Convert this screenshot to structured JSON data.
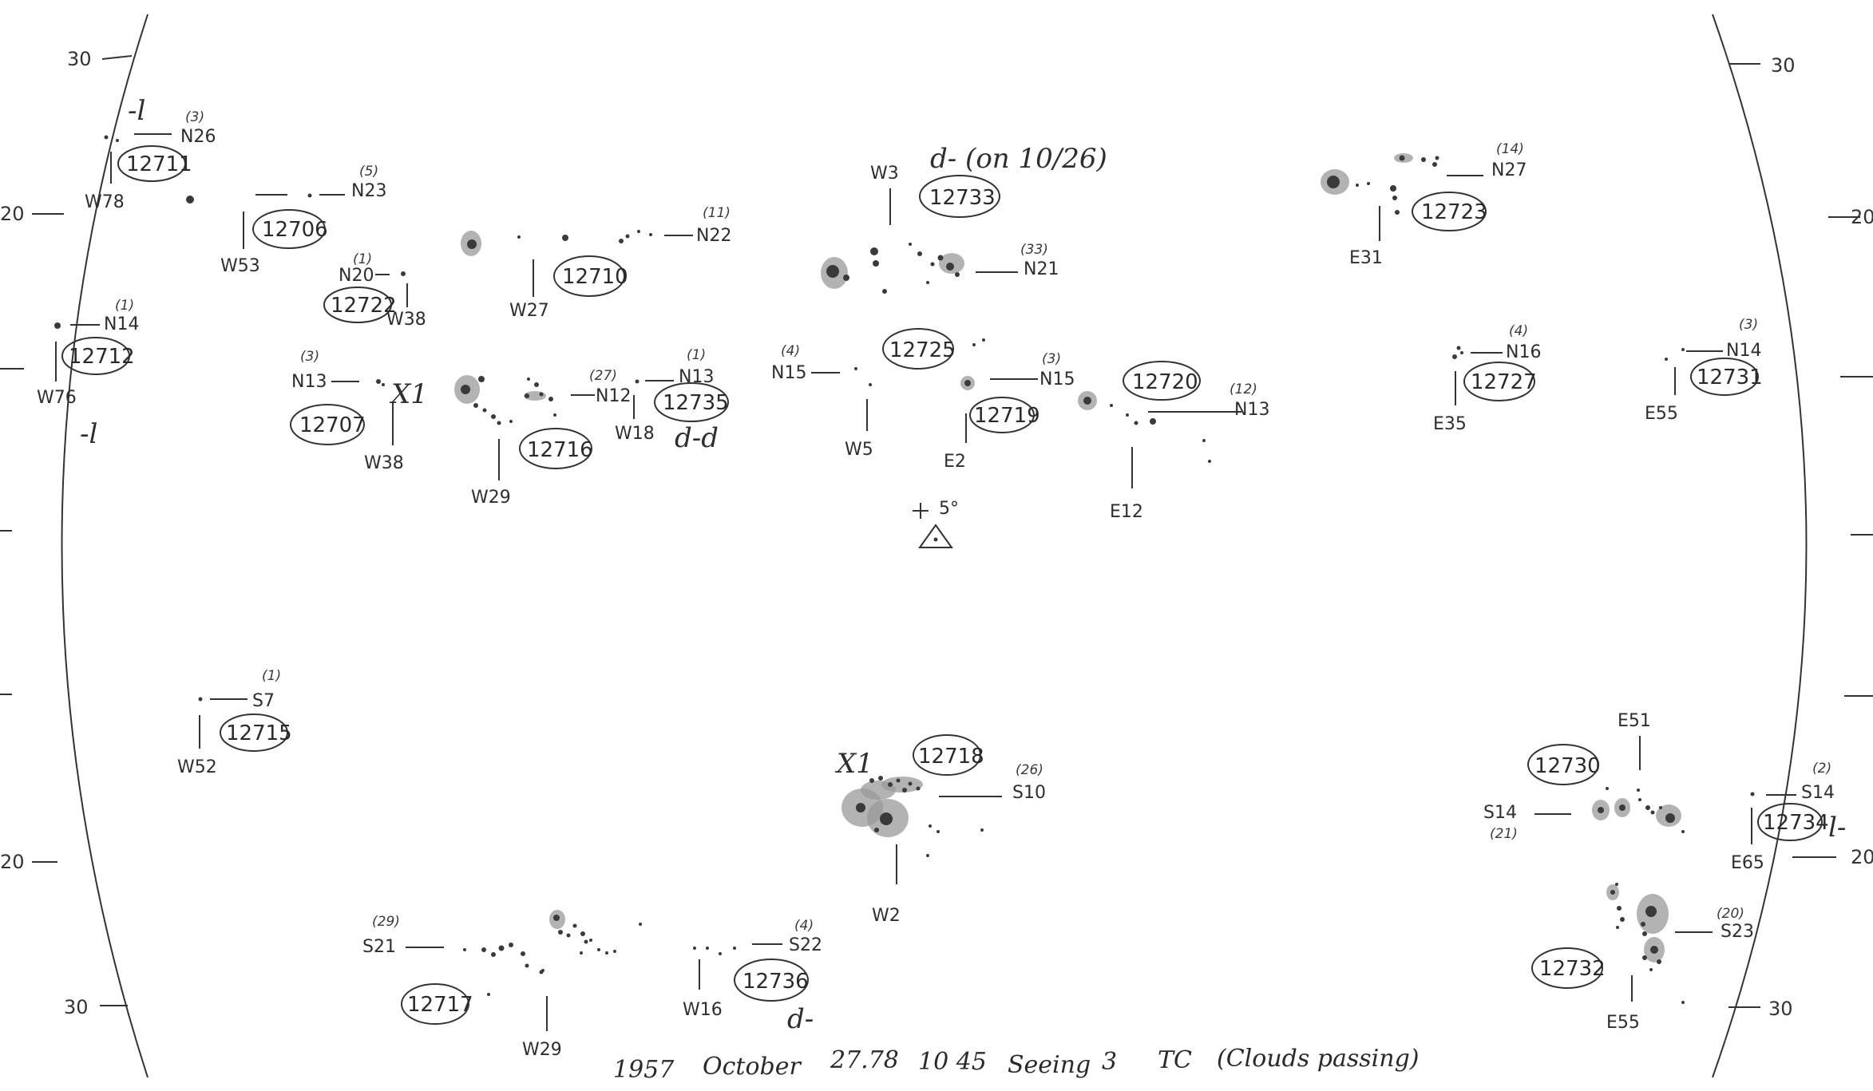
{
  "ticks": {
    "left": [
      "30",
      "20",
      "20",
      "30"
    ],
    "right": [
      "30",
      "20",
      "20",
      "30"
    ]
  },
  "regions": [
    {
      "num": "12711",
      "lat": "N26",
      "lon": "W78",
      "count": "(3)",
      "note": "-l"
    },
    {
      "num": "12706",
      "lat": "N23",
      "lon": "W53",
      "count": "(5)"
    },
    {
      "num": "12722",
      "lat": "N20",
      "lon": "W38",
      "count": "(1)"
    },
    {
      "num": "12710",
      "lat": "N22",
      "lon": "W27",
      "count": "(11)"
    },
    {
      "num": "12733",
      "lat": "N21",
      "lon": "W3",
      "count": "(33)",
      "note": "d- (on 10/26)"
    },
    {
      "num": "12723",
      "lat": "N27",
      "lon": "E31",
      "count": "(14)"
    },
    {
      "num": "12712",
      "lat": "N14",
      "lon": "W76",
      "count": "(1)",
      "note": "-l"
    },
    {
      "num": "12707",
      "lat": "N13",
      "lon": "W38",
      "count": "(3)",
      "marker": "X1"
    },
    {
      "num": "12716",
      "lat": "N12",
      "lon": "W29",
      "count": "(27)"
    },
    {
      "num": "12735",
      "lat": "N13",
      "lon": "W18",
      "count": "(1)",
      "note": "d-d"
    },
    {
      "num": "12725",
      "lat": "N15",
      "lon": "W5",
      "count": "(4)"
    },
    {
      "num": "12719",
      "lat": "N15",
      "lon": "E2",
      "count": "(3)"
    },
    {
      "num": "12720",
      "lat": "N13",
      "lon": "E12",
      "count": "(12)"
    },
    {
      "num": "12727",
      "lat": "N16",
      "lon": "E35",
      "count": "(4)"
    },
    {
      "num": "12731",
      "lat": "N14",
      "lon": "E55",
      "count": "(3)"
    },
    {
      "num": "12715",
      "lat": "S7",
      "lon": "W52",
      "count": "(1)"
    },
    {
      "num": "12718",
      "lat": "S10",
      "lon": "W2",
      "count": "(26)",
      "marker": "X1"
    },
    {
      "num": "12730",
      "lat": "S14",
      "lon": "E51",
      "count": "(21)"
    },
    {
      "num": "12734",
      "lat": "S14",
      "lon": "E65",
      "count": "(2)",
      "note": "l-",
      "extra": "20"
    },
    {
      "num": "12717",
      "lat": "S21",
      "lon": "W29",
      "count": "(29)"
    },
    {
      "num": "12736",
      "lat": "S22",
      "lon": "W16",
      "count": "(4)",
      "note": "d-"
    },
    {
      "num": "12732",
      "lat": "S23",
      "lon": "E55",
      "count": "(20)"
    }
  ],
  "center": {
    "label": "5°"
  },
  "caption": {
    "year": "1957",
    "month": "October",
    "day": "27.78",
    "time": "10 45",
    "seeing_label": "Seeing",
    "seeing": "3",
    "observer": "TC",
    "note": "(Clouds passing)"
  }
}
